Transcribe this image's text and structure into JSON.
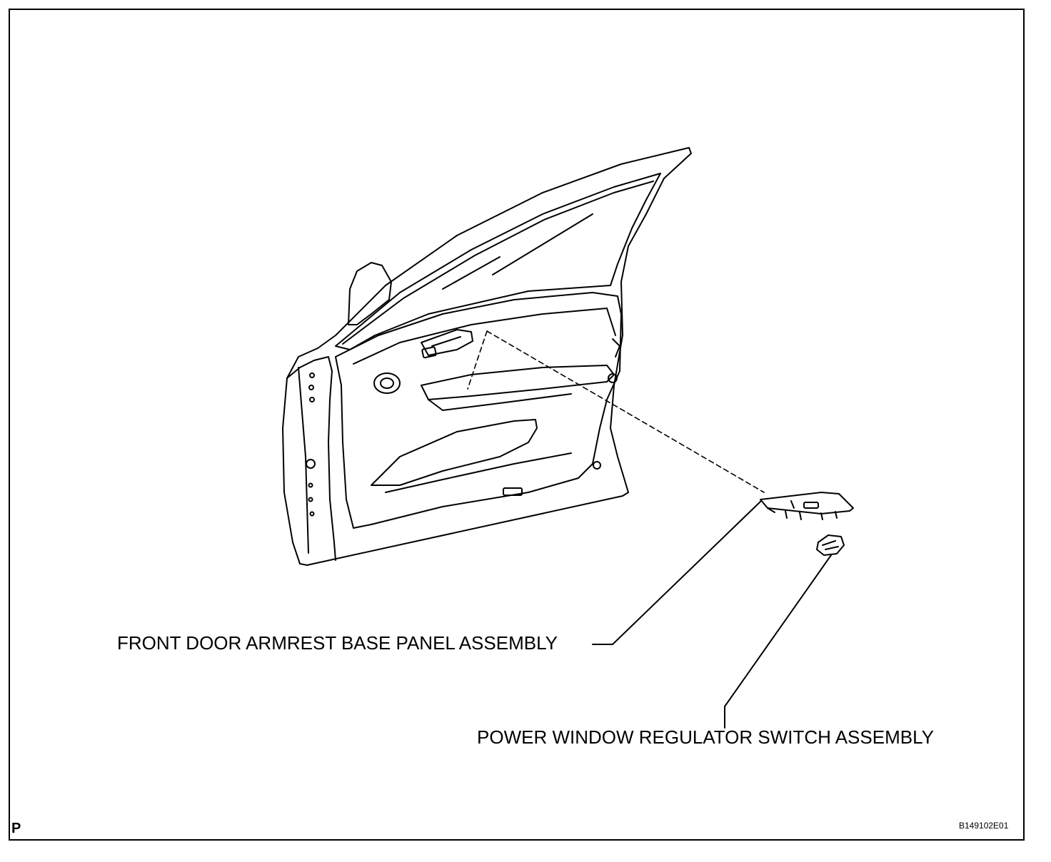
{
  "labels": {
    "armrest_panel": "FRONT DOOR ARMREST BASE PANEL ASSEMBLY",
    "window_switch": "POWER WINDOW REGULATOR SWITCH ASSEMBLY",
    "corner_mark": "P",
    "figure_code": "B149102E01"
  }
}
